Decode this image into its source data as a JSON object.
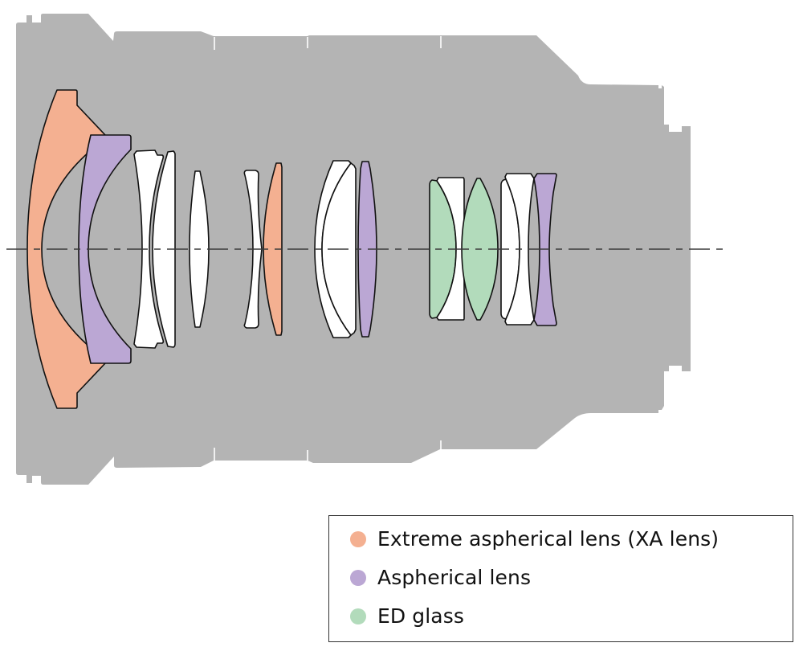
{
  "diagram": {
    "subject": "lens-construction-cross-section",
    "colors": {
      "barrel": "#b4b4b4",
      "xa": "#f4b091",
      "aspherical": "#bba7d4",
      "ed": "#b2dbbb",
      "standard": "#ffffff",
      "outline": "#111111"
    },
    "elements": [
      {
        "index": 1,
        "type": "xa"
      },
      {
        "index": 2,
        "type": "aspherical"
      },
      {
        "index": 3,
        "type": "standard"
      },
      {
        "index": 4,
        "type": "standard"
      },
      {
        "index": 5,
        "type": "standard"
      },
      {
        "index": 6,
        "type": "standard"
      },
      {
        "index": 7,
        "type": "xa"
      },
      {
        "index": 8,
        "type": "standard"
      },
      {
        "index": 9,
        "type": "standard"
      },
      {
        "index": 10,
        "type": "aspherical"
      },
      {
        "index": 11,
        "type": "ed"
      },
      {
        "index": 12,
        "type": "standard"
      },
      {
        "index": 13,
        "type": "ed"
      },
      {
        "index": 14,
        "type": "standard"
      },
      {
        "index": 15,
        "type": "standard"
      },
      {
        "index": 16,
        "type": "aspherical"
      }
    ]
  },
  "legend": {
    "items": [
      {
        "label": "Extreme aspherical lens (XA lens)",
        "color": "#f4b091"
      },
      {
        "label": "Aspherical lens",
        "color": "#bba7d4"
      },
      {
        "label": "ED glass",
        "color": "#b2dbbb"
      }
    ]
  }
}
